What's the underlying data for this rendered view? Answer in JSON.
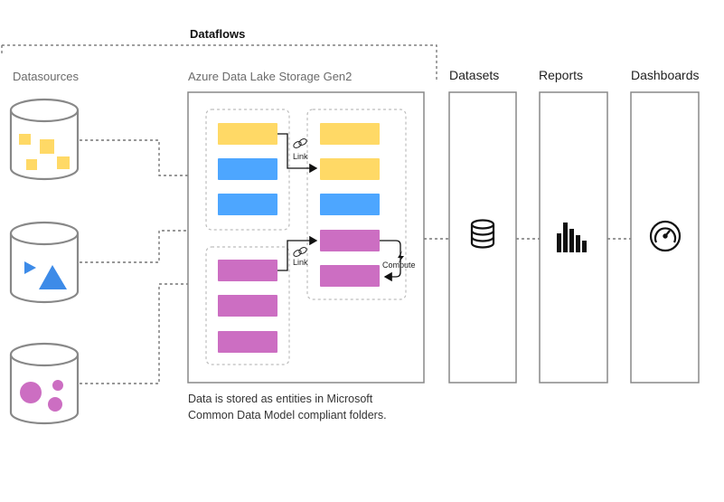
{
  "title": "Dataflows",
  "sections": {
    "datasources": "Datasources",
    "storage": "Azure Data Lake Storage Gen2",
    "datasets": "Datasets",
    "reports": "Reports",
    "dashboards": "Dashboards"
  },
  "links": {
    "link_top": "Link",
    "link_bottom": "Link",
    "compute": "Compute"
  },
  "note": {
    "line1": "Data is stored as entities in Microsoft",
    "line2": "Common Data Model compliant folders."
  },
  "colors": {
    "yellow": "#FFD966",
    "blue": "#4DA6FF",
    "magenta": "#CC6EC2",
    "triangle_blue": "#3D8BE8",
    "outline": "#888888",
    "dashed": "#777777"
  },
  "icons": {
    "datasets": "database-icon",
    "reports": "bar-chart-icon",
    "dashboards": "gauge-icon",
    "link": "link-icon",
    "compute": "lightning-icon"
  }
}
